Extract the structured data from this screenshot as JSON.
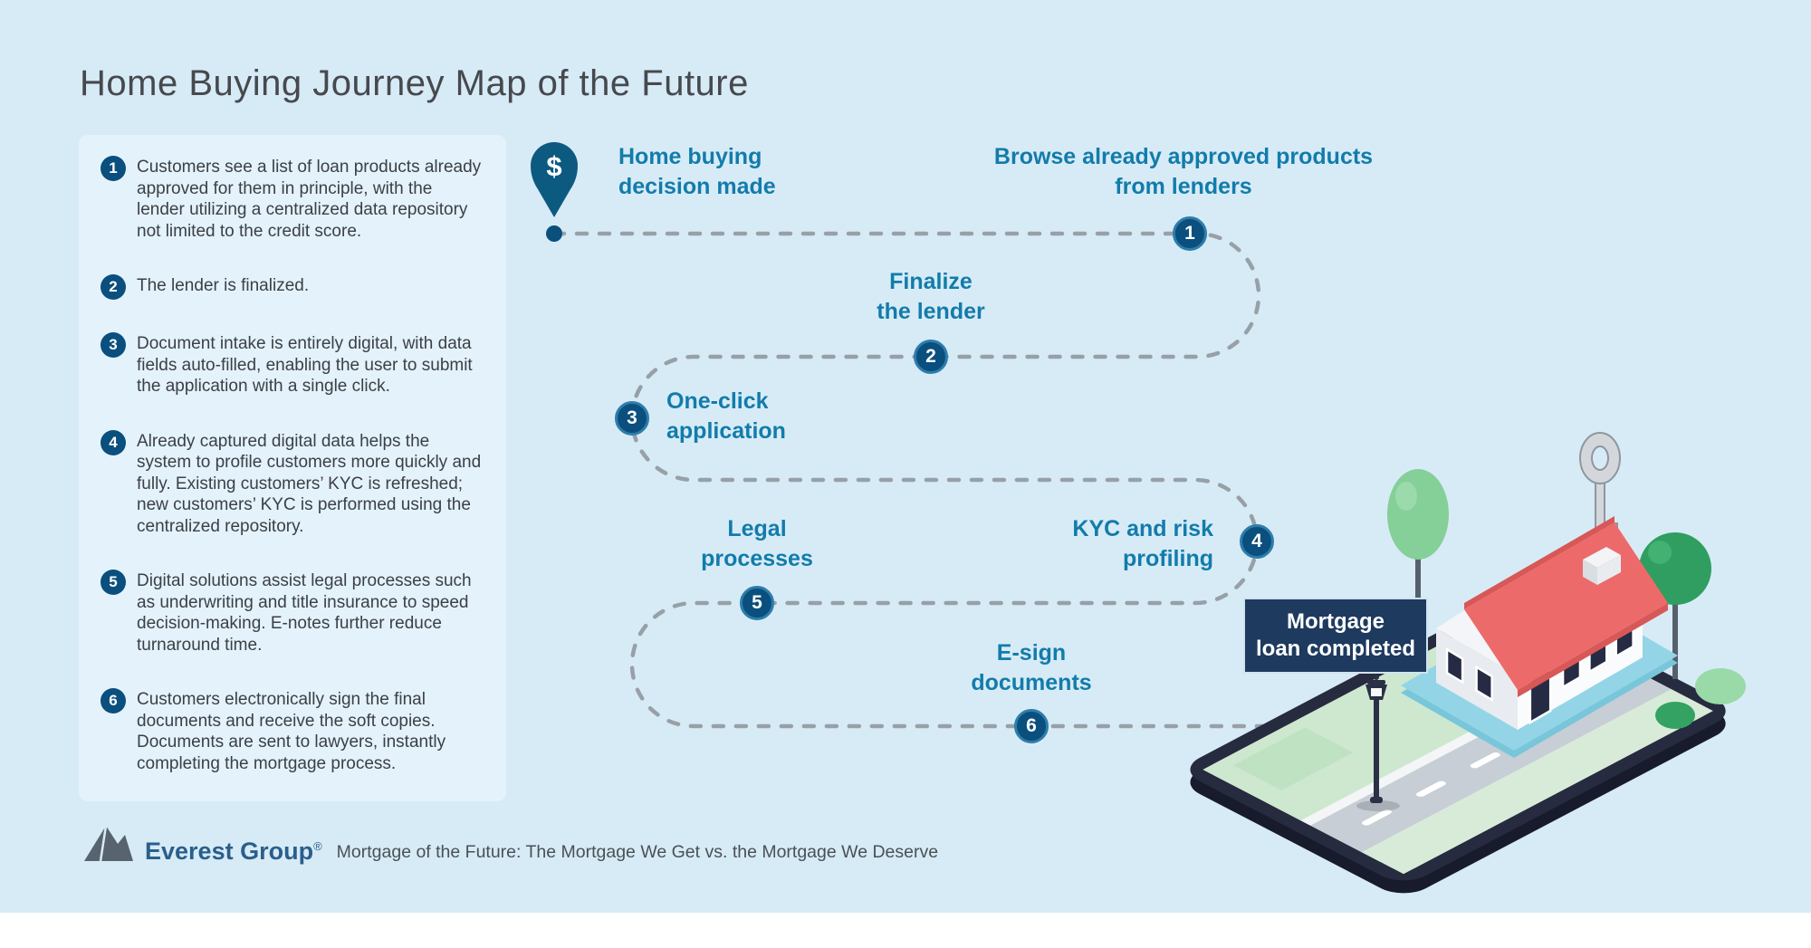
{
  "title": "Home Buying Journey Map of the Future",
  "legend": {
    "items": [
      {
        "num": "1",
        "text": "Customers see a list of loan products already approved for them in principle, with the lender utilizing a centralized data repository not limited to the credit score."
      },
      {
        "num": "2",
        "text": "The lender is finalized."
      },
      {
        "num": "3",
        "text": "Document intake is entirely digital, with data fields auto-filled, enabling the user to submit the application with a single click."
      },
      {
        "num": "4",
        "text": "Already captured digital data helps the system to profile customers more quickly and fully. Existing customers’ KYC is refreshed; new customers’ KYC is performed using the centralized repository."
      },
      {
        "num": "5",
        "text": "Digital solutions assist legal processes such as underwriting and title insurance to speed decision-making. E-notes further reduce turnaround time."
      },
      {
        "num": "6",
        "text": "Customers electronically sign the final documents and receive the soft copies. Documents are sent to lawyers, instantly completing the mortgage process."
      }
    ]
  },
  "journey": {
    "start_label": "Home buying\ndecision made",
    "pin_symbol": "$",
    "steps": [
      {
        "num": "1",
        "label": "Browse already approved products\nfrom lenders"
      },
      {
        "num": "2",
        "label": "Finalize\nthe lender"
      },
      {
        "num": "3",
        "label": "One-click\napplication"
      },
      {
        "num": "4",
        "label": "KYC and risk\nprofiling"
      },
      {
        "num": "5",
        "label": "Legal\nprocesses"
      },
      {
        "num": "6",
        "label": "E-sign\ndocuments"
      }
    ],
    "completion_label": "Mortgage\nloan completed"
  },
  "footer": {
    "brand": "Everest Group",
    "reg_mark": "®",
    "source_text": "Mortgage of the Future: The Mortgage We Get vs. the Mortgage We Deserve"
  },
  "colors": {
    "background": "#d7ebf6",
    "panel": "#e4f2fb",
    "accent_blue": "#127cab",
    "step_circle": "#0a4f7d",
    "path_gray": "#98a0a7",
    "badge_bg": "#1e3a5f",
    "roof_red": "#ed6a6a",
    "lawn_green": "#cde8cf",
    "teal_platform": "#93d5e6"
  }
}
